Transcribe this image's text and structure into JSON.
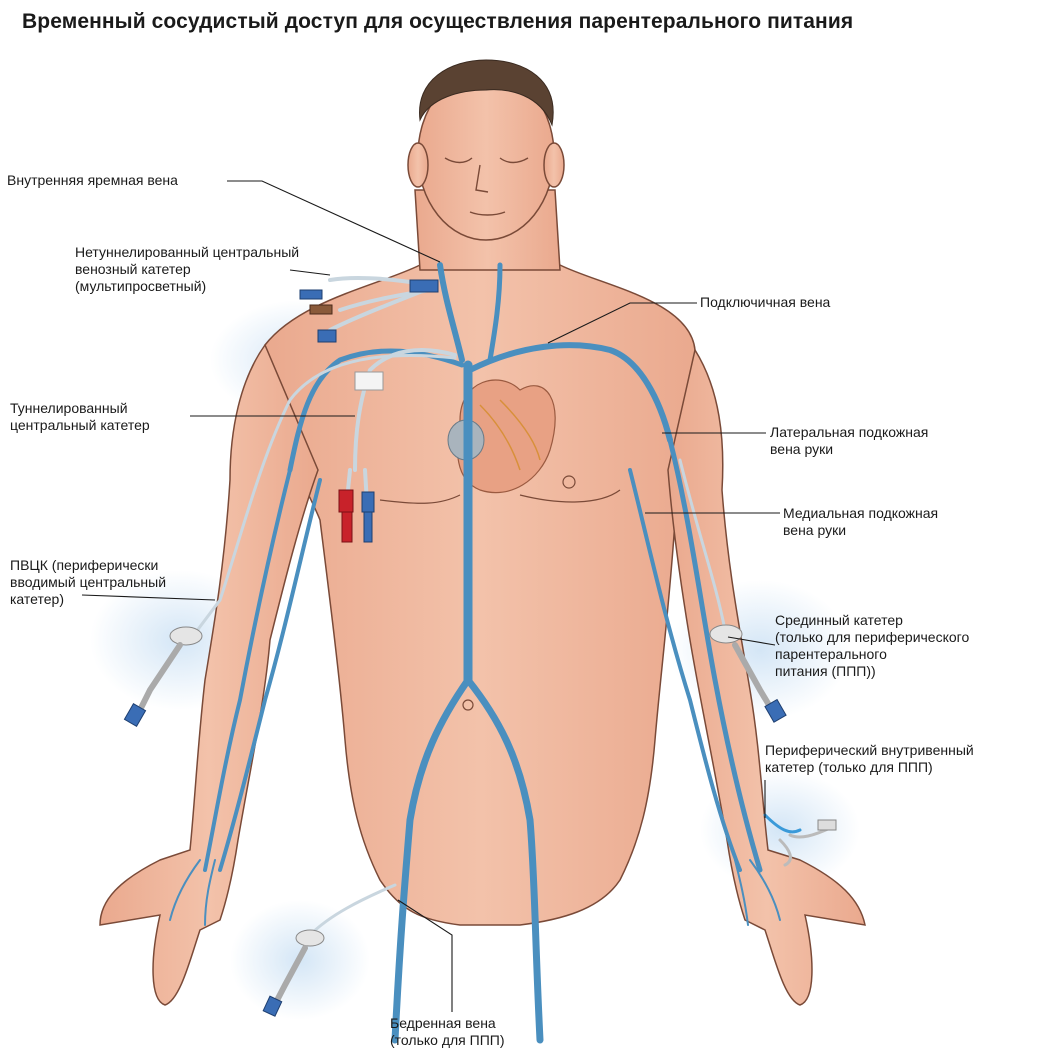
{
  "title": "Временный сосудистый доступ для осуществления парентерального питания",
  "labels": {
    "internal_jugular": [
      "Внутренняя яремная вена"
    ],
    "non_tunneled_cvc": [
      "Нетуннелированный центральный",
      "венозный катетер",
      "(мультипросветный)"
    ],
    "tunneled_cvc": [
      "Туннелированный",
      "центральный катетер"
    ],
    "picc": [
      "ПВЦК (периферически",
      "вводимый центральный",
      "катетер)"
    ],
    "subclavian": [
      "Подключичная вена"
    ],
    "cephalic": [
      "Латеральная подкожная",
      "вена руки"
    ],
    "basilic": [
      "Медиальная подкожная",
      "вена руки"
    ],
    "midline": [
      "Срединный катетер",
      "(только для периферического",
      "парентерального",
      "питания (ППП))"
    ],
    "peripheral_iv": [
      "Периферический внутривенный",
      "катетер (только для ППП)"
    ],
    "femoral": [
      "Бедренная вена",
      "(только для ППП)"
    ]
  },
  "colors": {
    "skin": "#f0b9a0",
    "skin_outline": "#7a4a38",
    "vein": "#4a8fbf",
    "glow": "#cfe3f5",
    "hair": "#5a4232",
    "catheter_red": "#c8222a",
    "catheter_blue": "#3a6db5"
  }
}
